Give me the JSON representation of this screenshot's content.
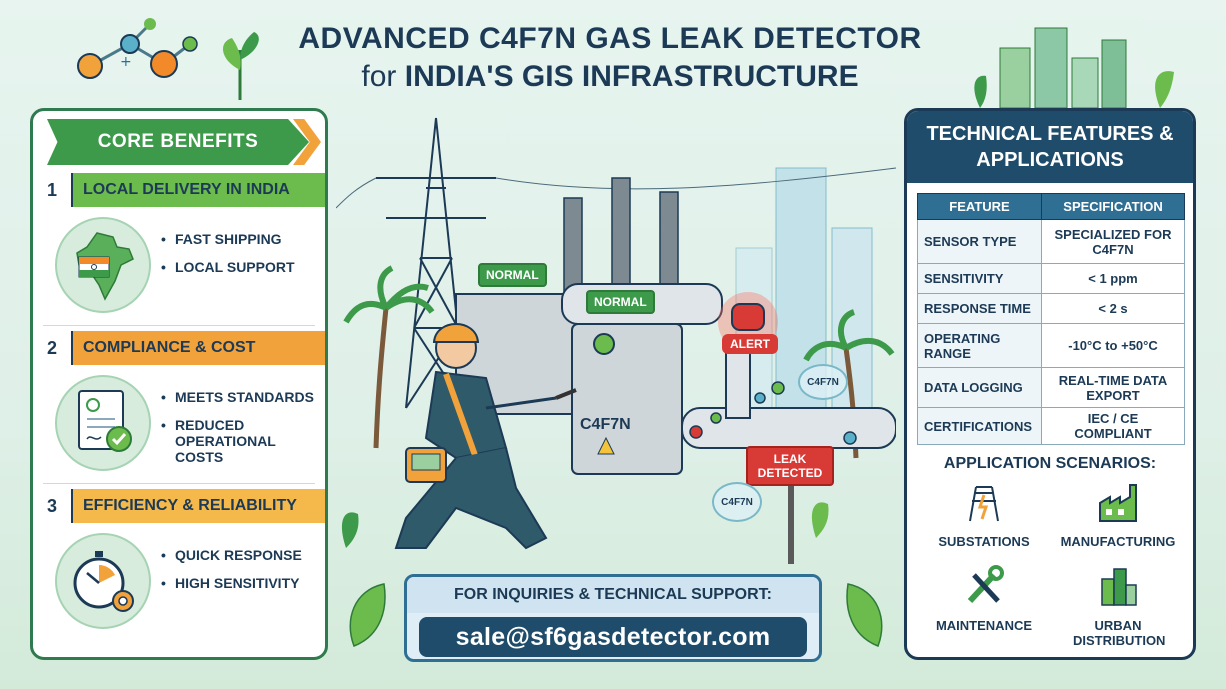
{
  "title": {
    "line1": "ADVANCED C4F7N GAS LEAK DETECTOR",
    "line2_prefix": "for ",
    "line2_bold": "INDIA'S GIS INFRASTRUCTURE"
  },
  "left": {
    "banner": "CORE BENEFITS",
    "sections": [
      {
        "num": "1",
        "label": "LOCAL DELIVERY IN INDIA",
        "icon": "india-map-icon",
        "bullets": [
          "FAST SHIPPING",
          "LOCAL SUPPORT"
        ]
      },
      {
        "num": "2",
        "label": "COMPLIANCE & COST",
        "icon": "certificate-document-icon",
        "bullets": [
          "MEETS STANDARDS",
          "REDUCED OPERATIONAL COSTS"
        ]
      },
      {
        "num": "3",
        "label": "EFFICIENCY & RELIABILITY",
        "icon": "stopwatch-gear-icon",
        "bullets": [
          "QUICK RESPONSE",
          "HIGH SENSITIVITY"
        ]
      }
    ]
  },
  "right": {
    "heading": "TECHNICAL FEATURES & APPLICATIONS",
    "table_headers": [
      "FEATURE",
      "SPECIFICATION"
    ],
    "rows": [
      {
        "feature": "SENSOR TYPE",
        "spec": "SPECIALIZED FOR C4F7N"
      },
      {
        "feature": "SENSITIVITY",
        "spec": "< 1 ppm"
      },
      {
        "feature": "RESPONSE TIME",
        "spec": "< 2 s"
      },
      {
        "feature": "OPERATING RANGE",
        "spec": "-10°C to +50°C"
      },
      {
        "feature": "DATA LOGGING",
        "spec": "REAL-TIME DATA EXPORT"
      },
      {
        "feature": "CERTIFICATIONS",
        "spec": "IEC / CE COMPLIANT"
      }
    ],
    "app_title": "APPLICATION SCENARIOS:",
    "apps": [
      {
        "label": "SUBSTATIONS",
        "icon": "substation-tower-icon"
      },
      {
        "label": "MANUFACTURING",
        "icon": "factory-icon"
      },
      {
        "label": "MAINTENANCE",
        "icon": "wrench-screwdriver-icon"
      },
      {
        "label": "URBAN DISTRIBUTION",
        "icon": "city-buildings-icon"
      }
    ]
  },
  "scene": {
    "normal1": "NORMAL",
    "normal2": "NORMAL",
    "alert": "ALERT",
    "leak": "LEAK DETECTED",
    "device_label": "C4F7N",
    "bubble1": "C4F7N",
    "bubble2": "C4F7N"
  },
  "contact": {
    "label": "FOR INQUIRIES & TECHNICAL SUPPORT:",
    "email": "sale@sf6gasdetector.com"
  },
  "colors": {
    "navy": "#1c3a55",
    "green": "#3c9a4a",
    "orange": "#f2a23a",
    "red": "#d83a36",
    "blue": "#2f6f94"
  }
}
